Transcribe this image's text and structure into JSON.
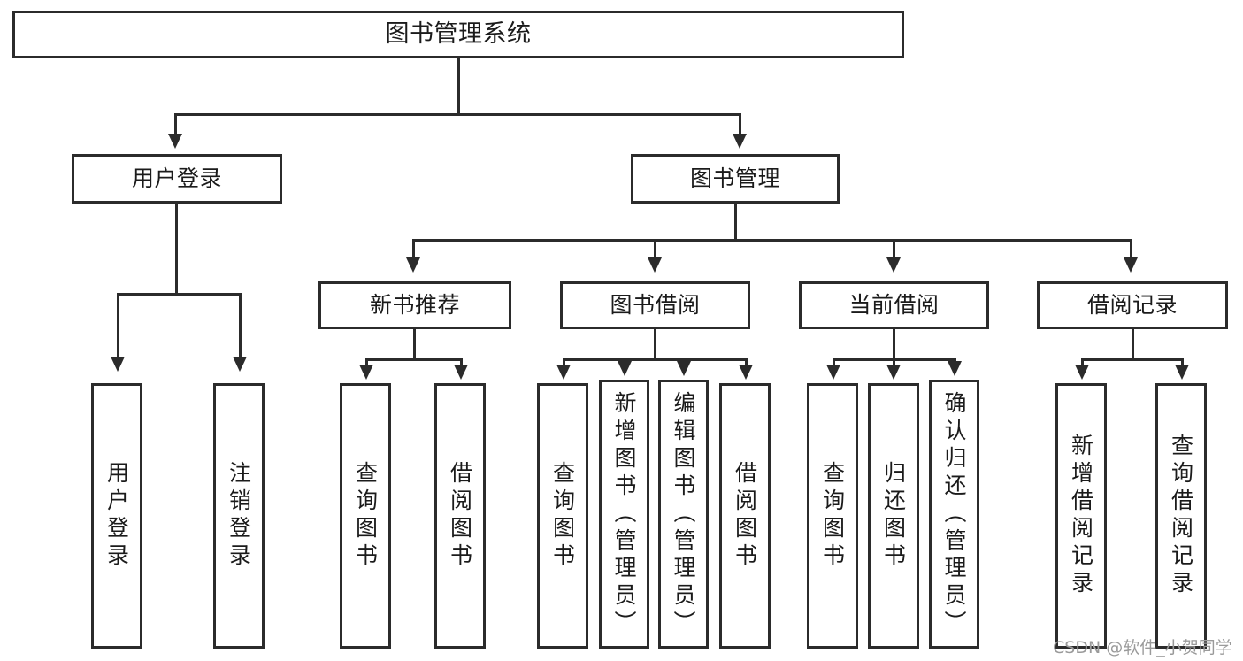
{
  "diagram": {
    "title": "图书管理系统",
    "watermark": "CSDN @软件_小贺同学",
    "colors": {
      "stroke": "#2b2b2b",
      "fill": "#ffffff",
      "text": "#1b1b1b",
      "watermark": "#9a9a9a"
    },
    "root": {
      "label": "图书管理系统"
    },
    "level2": [
      {
        "id": "user-login",
        "label": "用户登录"
      },
      {
        "id": "book-management",
        "label": "图书管理"
      }
    ],
    "level3": [
      {
        "id": "new-book-recommend",
        "label": "新书推荐"
      },
      {
        "id": "book-borrow",
        "label": "图书借阅"
      },
      {
        "id": "current-borrow",
        "label": "当前借阅"
      },
      {
        "id": "borrow-record",
        "label": "借阅记录"
      }
    ],
    "leaves": [
      {
        "id": "login-user-login",
        "parent": "user-login",
        "label": "用户登录"
      },
      {
        "id": "login-logout",
        "parent": "user-login",
        "label": "注销登录"
      },
      {
        "id": "recommend-query-book",
        "parent": "new-book-recommend",
        "label": "查询图书"
      },
      {
        "id": "recommend-borrow-book",
        "parent": "new-book-recommend",
        "label": "借阅图书"
      },
      {
        "id": "borrow-query-book",
        "parent": "book-borrow",
        "label": "查询图书"
      },
      {
        "id": "borrow-add-book",
        "parent": "book-borrow",
        "label": "新增图书（管理员）"
      },
      {
        "id": "borrow-edit-book",
        "parent": "book-borrow",
        "label": "编辑图书（管理员）"
      },
      {
        "id": "borrow-borrow-book",
        "parent": "book-borrow",
        "label": "借阅图书"
      },
      {
        "id": "current-query-book",
        "parent": "current-borrow",
        "label": "查询图书"
      },
      {
        "id": "current-return-book",
        "parent": "current-borrow",
        "label": "归还图书"
      },
      {
        "id": "current-confirm-return",
        "parent": "current-borrow",
        "label": "确认归还（管理员）"
      },
      {
        "id": "record-add-record",
        "parent": "borrow-record",
        "label": "新增借阅记录"
      },
      {
        "id": "record-query-record",
        "parent": "borrow-record",
        "label": "查询借阅记录"
      }
    ]
  }
}
